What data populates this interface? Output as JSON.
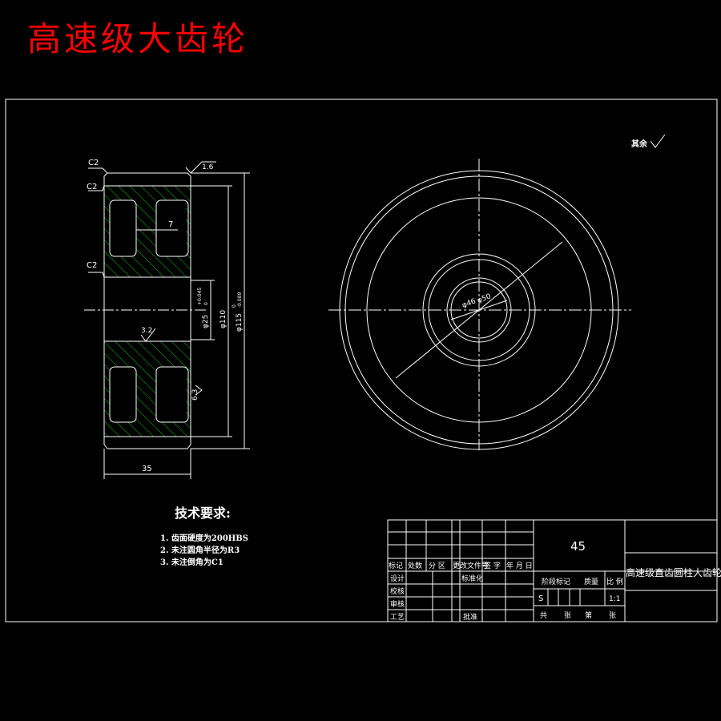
{
  "header": {
    "title": "高速级大齿轮"
  },
  "section_view": {
    "chamfer_labels": [
      "C2",
      "C2",
      "C2"
    ],
    "roughness_top": "1.6",
    "roughness_bore": "3.2",
    "roughness_side": "6.3",
    "web_thickness": "7",
    "face_width": "35",
    "bore_dim": "φ25",
    "bore_tol_upper": "+0.045",
    "bore_tol_lower": "0",
    "hub_dim": "φ110",
    "tip_dim": "φ115",
    "tip_tol_upper": "0",
    "tip_tol_lower": "-0.089"
  },
  "front_view": {
    "rest_roughness": "其余",
    "dia_labels": [
      "φ46",
      "φ50"
    ]
  },
  "tech_requirements": {
    "title": "技术要求:",
    "items": [
      "1. 齿面硬度为200HBS",
      "2. 未注圆角半径为R3",
      "3. 未注倒角为C1"
    ]
  },
  "title_block": {
    "material": "45",
    "part_name": "高速级直齿圆柱大齿轮",
    "row_headers": [
      "标记",
      "处数",
      "分 区",
      "更改文件号",
      "签 字",
      "年 月 日"
    ],
    "roles": [
      "设计",
      "校核",
      "审核",
      "工艺"
    ],
    "standardization": "标准化",
    "approval": "批准",
    "stage_label": "阶段标记",
    "weight_label": "质量",
    "scale_label": "比 例",
    "stage_value": "S",
    "scale_value": "1:1",
    "sheet_total": "共",
    "sheet_unit": "张",
    "sheet_no": "第",
    "sheet_unit2": "张"
  }
}
